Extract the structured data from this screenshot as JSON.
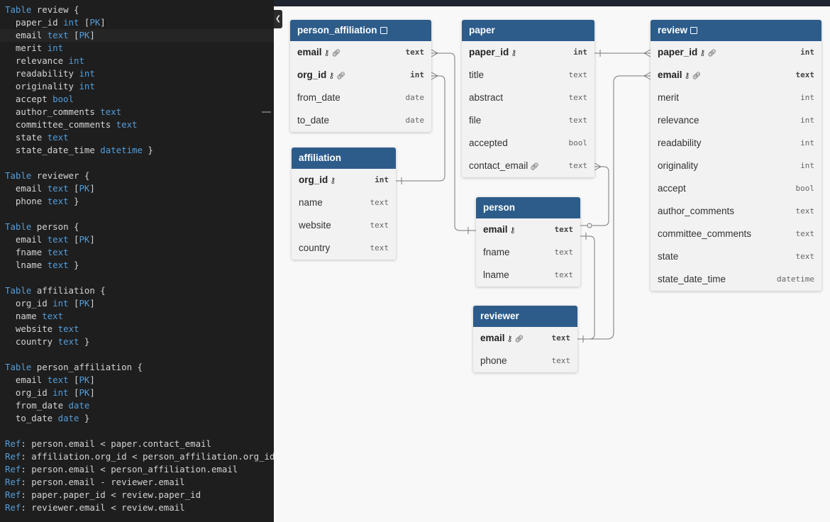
{
  "editor": {
    "lines": [
      [
        [
          "kw",
          "Table"
        ],
        [
          "pl",
          " review {"
        ]
      ],
      [
        [
          "pl",
          "  paper_id "
        ],
        [
          "ty",
          "int"
        ],
        [
          "pl",
          " ["
        ],
        [
          "pk",
          "PK"
        ],
        [
          "pl",
          "]"
        ]
      ],
      [
        [
          "pl",
          "  email "
        ],
        [
          "ty",
          "text"
        ],
        [
          "pl",
          " ["
        ],
        [
          "pk",
          "PK"
        ],
        [
          "pl",
          "]"
        ]
      ],
      [
        [
          "pl",
          "  merit "
        ],
        [
          "ty",
          "int"
        ]
      ],
      [
        [
          "pl",
          "  relevance "
        ],
        [
          "ty",
          "int"
        ]
      ],
      [
        [
          "pl",
          "  readability "
        ],
        [
          "ty",
          "int"
        ]
      ],
      [
        [
          "pl",
          "  originality "
        ],
        [
          "ty",
          "int"
        ]
      ],
      [
        [
          "pl",
          "  accept "
        ],
        [
          "ty",
          "bool"
        ]
      ],
      [
        [
          "pl",
          "  author_comments "
        ],
        [
          "ty",
          "text"
        ]
      ],
      [
        [
          "pl",
          "  committee_comments "
        ],
        [
          "ty",
          "text"
        ]
      ],
      [
        [
          "pl",
          "  state "
        ],
        [
          "ty",
          "text"
        ]
      ],
      [
        [
          "pl",
          "  state_date_time "
        ],
        [
          "ty",
          "datetime"
        ],
        [
          "pl",
          " }"
        ]
      ],
      [
        [
          "pl",
          ""
        ]
      ],
      [
        [
          "kw",
          "Table"
        ],
        [
          "pl",
          " reviewer {"
        ]
      ],
      [
        [
          "pl",
          "  email "
        ],
        [
          "ty",
          "text"
        ],
        [
          "pl",
          " ["
        ],
        [
          "pk",
          "PK"
        ],
        [
          "pl",
          "]"
        ]
      ],
      [
        [
          "pl",
          "  phone "
        ],
        [
          "ty",
          "text"
        ],
        [
          "pl",
          " }"
        ]
      ],
      [
        [
          "pl",
          ""
        ]
      ],
      [
        [
          "kw",
          "Table"
        ],
        [
          "pl",
          " person {"
        ]
      ],
      [
        [
          "pl",
          "  email "
        ],
        [
          "ty",
          "text"
        ],
        [
          "pl",
          " ["
        ],
        [
          "pk",
          "PK"
        ],
        [
          "pl",
          "]"
        ]
      ],
      [
        [
          "pl",
          "  fname "
        ],
        [
          "ty",
          "text"
        ]
      ],
      [
        [
          "pl",
          "  lname "
        ],
        [
          "ty",
          "text"
        ],
        [
          "pl",
          " }"
        ]
      ],
      [
        [
          "pl",
          ""
        ]
      ],
      [
        [
          "kw",
          "Table"
        ],
        [
          "pl",
          " affiliation {"
        ]
      ],
      [
        [
          "pl",
          "  org_id "
        ],
        [
          "ty",
          "int"
        ],
        [
          "pl",
          " ["
        ],
        [
          "pk",
          "PK"
        ],
        [
          "pl",
          "]"
        ]
      ],
      [
        [
          "pl",
          "  name "
        ],
        [
          "ty",
          "text"
        ]
      ],
      [
        [
          "pl",
          "  website "
        ],
        [
          "ty",
          "text"
        ]
      ],
      [
        [
          "pl",
          "  country "
        ],
        [
          "ty",
          "text"
        ],
        [
          "pl",
          " }"
        ]
      ],
      [
        [
          "pl",
          ""
        ]
      ],
      [
        [
          "kw",
          "Table"
        ],
        [
          "pl",
          " person_affiliation {"
        ]
      ],
      [
        [
          "pl",
          "  email "
        ],
        [
          "ty",
          "text"
        ],
        [
          "pl",
          " ["
        ],
        [
          "pk",
          "PK"
        ],
        [
          "pl",
          "]"
        ]
      ],
      [
        [
          "pl",
          "  org_id "
        ],
        [
          "ty",
          "int"
        ],
        [
          "pl",
          " ["
        ],
        [
          "pk",
          "PK"
        ],
        [
          "pl",
          "]"
        ]
      ],
      [
        [
          "pl",
          "  from_date "
        ],
        [
          "ty",
          "date"
        ]
      ],
      [
        [
          "pl",
          "  to_date "
        ],
        [
          "ty",
          "date"
        ],
        [
          "pl",
          " }"
        ]
      ],
      [
        [
          "pl",
          ""
        ]
      ],
      [
        [
          "kw",
          "Ref"
        ],
        [
          "pl",
          ": person.email < paper.contact_email"
        ]
      ],
      [
        [
          "kw",
          "Ref"
        ],
        [
          "pl",
          ": affiliation.org_id < person_affiliation.org_id"
        ]
      ],
      [
        [
          "kw",
          "Ref"
        ],
        [
          "pl",
          ": person.email < person_affiliation.email"
        ]
      ],
      [
        [
          "kw",
          "Ref"
        ],
        [
          "pl",
          ": person.email - reviewer.email"
        ]
      ],
      [
        [
          "kw",
          "Ref"
        ],
        [
          "pl",
          ": paper.paper_id < review.paper_id"
        ]
      ],
      [
        [
          "kw",
          "Ref"
        ],
        [
          "pl",
          ": reviewer.email < review.email"
        ]
      ]
    ]
  },
  "canvas": {
    "collapse_icon": "chevron-left-icon",
    "collapse_glyph": "❮"
  },
  "tables": [
    {
      "id": "person_affiliation",
      "title": "person_affiliation",
      "note": true,
      "rows": [
        {
          "name": "email",
          "type": "text",
          "key": true,
          "ref": true
        },
        {
          "name": "org_id",
          "type": "int",
          "key": true,
          "ref": true
        },
        {
          "name": "from_date",
          "type": "date"
        },
        {
          "name": "to_date",
          "type": "date"
        }
      ]
    },
    {
      "id": "paper",
      "title": "paper",
      "note": false,
      "rows": [
        {
          "name": "paper_id",
          "type": "int",
          "key": true
        },
        {
          "name": "title",
          "type": "text"
        },
        {
          "name": "abstract",
          "type": "text"
        },
        {
          "name": "file",
          "type": "text"
        },
        {
          "name": "accepted",
          "type": "bool"
        },
        {
          "name": "contact_email",
          "type": "text",
          "ref": true
        }
      ]
    },
    {
      "id": "review",
      "title": "review",
      "note": true,
      "rows": [
        {
          "name": "paper_id",
          "type": "int",
          "key": true,
          "ref": true
        },
        {
          "name": "email",
          "type": "text",
          "key": true,
          "ref": true
        },
        {
          "name": "merit",
          "type": "int"
        },
        {
          "name": "relevance",
          "type": "int"
        },
        {
          "name": "readability",
          "type": "int"
        },
        {
          "name": "originality",
          "type": "int"
        },
        {
          "name": "accept",
          "type": "bool"
        },
        {
          "name": "author_comments",
          "type": "text"
        },
        {
          "name": "committee_comments",
          "type": "text"
        },
        {
          "name": "state",
          "type": "text"
        },
        {
          "name": "state_date_time",
          "type": "datetime"
        }
      ]
    },
    {
      "id": "affiliation",
      "title": "affiliation",
      "note": false,
      "rows": [
        {
          "name": "org_id",
          "type": "int",
          "key": true
        },
        {
          "name": "name",
          "type": "text"
        },
        {
          "name": "website",
          "type": "text"
        },
        {
          "name": "country",
          "type": "text"
        }
      ]
    },
    {
      "id": "person",
      "title": "person",
      "note": false,
      "rows": [
        {
          "name": "email",
          "type": "text",
          "key": true
        },
        {
          "name": "fname",
          "type": "text"
        },
        {
          "name": "lname",
          "type": "text"
        }
      ]
    },
    {
      "id": "reviewer",
      "title": "reviewer",
      "note": false,
      "rows": [
        {
          "name": "email",
          "type": "text",
          "key": true,
          "ref": true
        },
        {
          "name": "phone",
          "type": "text"
        }
      ]
    }
  ],
  "colors": {
    "header": "#2d5c8a",
    "editor_bg": "#1e1e1e",
    "keyword": "#569cd6",
    "line": "#777777"
  }
}
